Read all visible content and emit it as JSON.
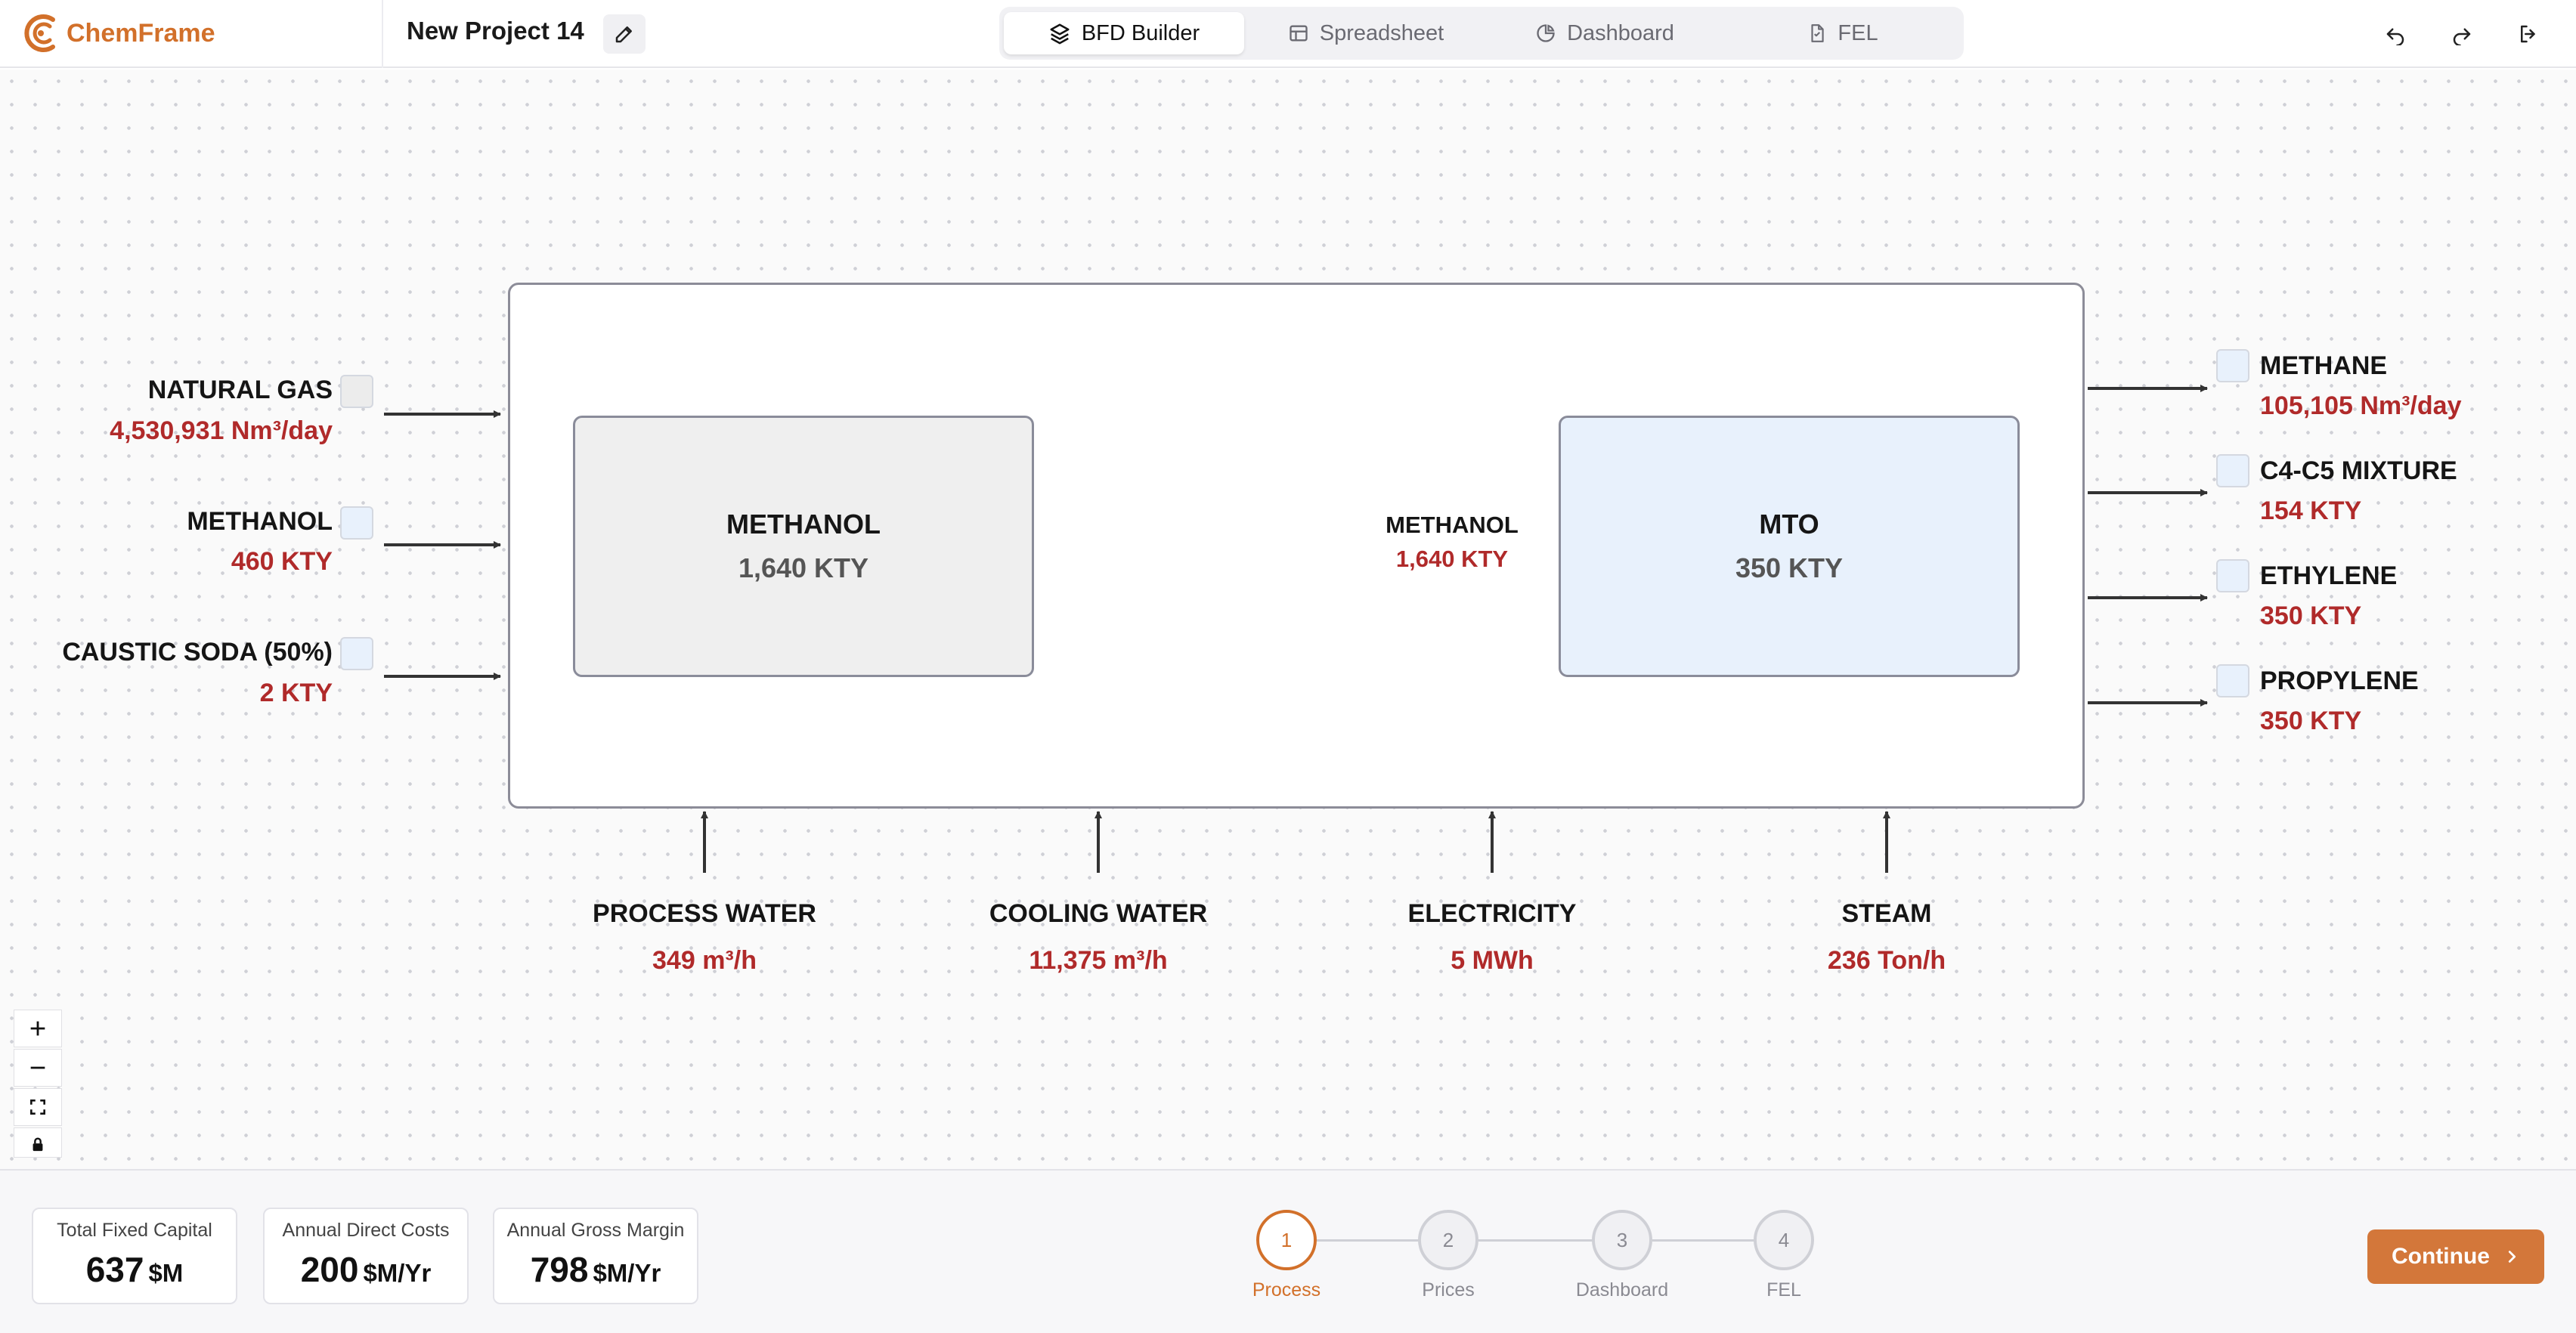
{
  "app": {
    "name": "ChemFrame",
    "brand_color": "#d2702a"
  },
  "project": {
    "title": "New Project 14"
  },
  "tabs": [
    {
      "label": "BFD Builder",
      "icon": "layers-icon",
      "active": true
    },
    {
      "label": "Spreadsheet",
      "icon": "table-icon",
      "active": false
    },
    {
      "label": "Dashboard",
      "icon": "pie-chart-icon",
      "active": false
    },
    {
      "label": "FEL",
      "icon": "file-icon",
      "active": false
    }
  ],
  "header_actions": [
    "undo-icon",
    "redo-icon",
    "exit-icon"
  ],
  "diagram": {
    "inputs": [
      {
        "name": "NATURAL GAS",
        "value": "4,530,931 Nm³/day",
        "swatch": "#ececec"
      },
      {
        "name": "METHANOL",
        "value": "460 KTY",
        "swatch": "#e8f1fc"
      },
      {
        "name": "CAUSTIC SODA (50%)",
        "value": "2 KTY",
        "swatch": "#e8f1fc"
      }
    ],
    "units": [
      {
        "name": "METHANOL",
        "capacity": "1,640 KTY",
        "fill": "#efefef"
      },
      {
        "name": "MTO",
        "capacity": "350 KTY",
        "fill": "#e8f1fc"
      }
    ],
    "internal_stream": {
      "name": "METHANOL",
      "value": "1,640 KTY"
    },
    "outputs": [
      {
        "name": "METHANE",
        "value": "105,105 Nm³/day"
      },
      {
        "name": "C4-C5 MIXTURE",
        "value": "154 KTY"
      },
      {
        "name": "ETHYLENE",
        "value": "350 KTY"
      },
      {
        "name": "PROPYLENE",
        "value": "350 KTY"
      }
    ],
    "utilities": [
      {
        "name": "PROCESS WATER",
        "value": "349 m³/h"
      },
      {
        "name": "COOLING WATER",
        "value": "11,375 m³/h"
      },
      {
        "name": "ELECTRICITY",
        "value": "5 MWh"
      },
      {
        "name": "STEAM",
        "value": "236 Ton/h"
      }
    ],
    "value_color": "#b02a2a"
  },
  "zoom_controls": [
    "zoom-in-icon",
    "zoom-out-icon",
    "fit-view-icon",
    "lock-icon"
  ],
  "footer": {
    "metrics": [
      {
        "label": "Total Fixed Capital",
        "value": "637",
        "unit": "$M"
      },
      {
        "label": "Annual Direct Costs",
        "value": "200",
        "unit": "$M/Yr"
      },
      {
        "label": "Annual Gross Margin",
        "value": "798",
        "unit": "$M/Yr"
      }
    ],
    "steps": [
      {
        "number": "1",
        "label": "Process",
        "active": true
      },
      {
        "number": "2",
        "label": "Prices",
        "active": false
      },
      {
        "number": "3",
        "label": "Dashboard",
        "active": false
      },
      {
        "number": "4",
        "label": "FEL",
        "active": false
      }
    ],
    "continue_label": "Continue"
  }
}
